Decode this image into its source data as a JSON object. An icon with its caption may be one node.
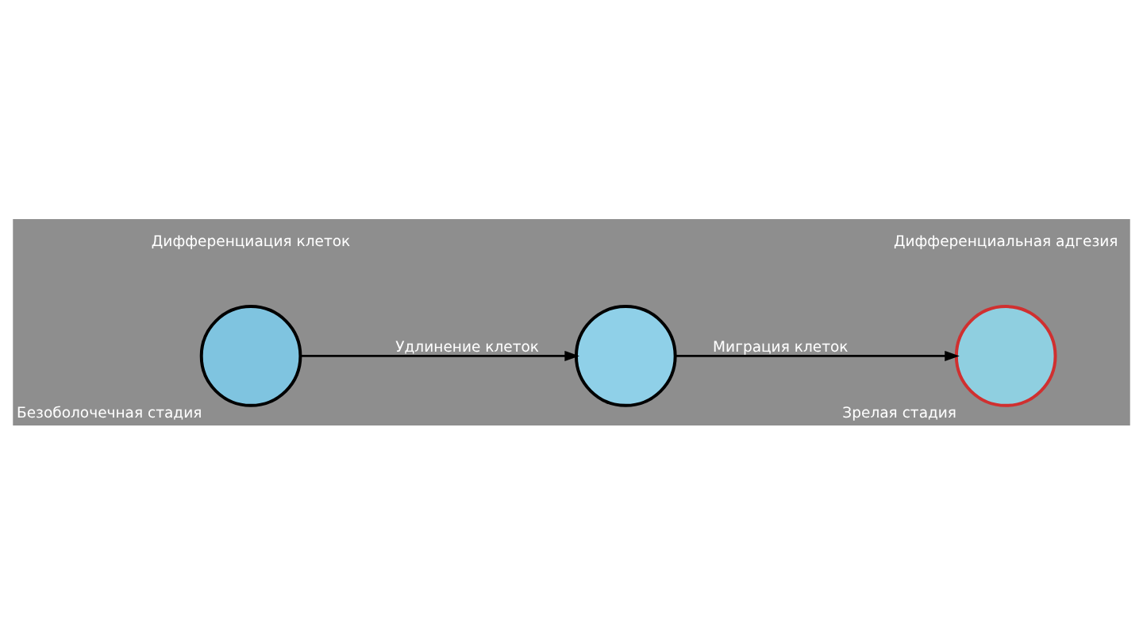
{
  "diagram": {
    "nodes": [
      {
        "text": [],
        "shape": "circle",
        "beside": [
          "Безоболочечная стадия"
        ]
      },
      {
        "text": [],
        "shape": "circle"
      },
      {
        "text": [],
        "shape": "circle",
        "beside": [
          "Зрелая стадия"
        ]
      }
    ],
    "edges": [
      {
        "from": 0,
        "to": 1,
        "arrow": "to",
        "label": "Удлинение клеток"
      },
      {
        "from": 1,
        "to": 2,
        "arrow": "to",
        "label": "Миграция клеток"
      }
    ],
    "labels": [
      "Дифференциация клеток",
      "Дифференциальная адгезия"
    ]
  }
}
